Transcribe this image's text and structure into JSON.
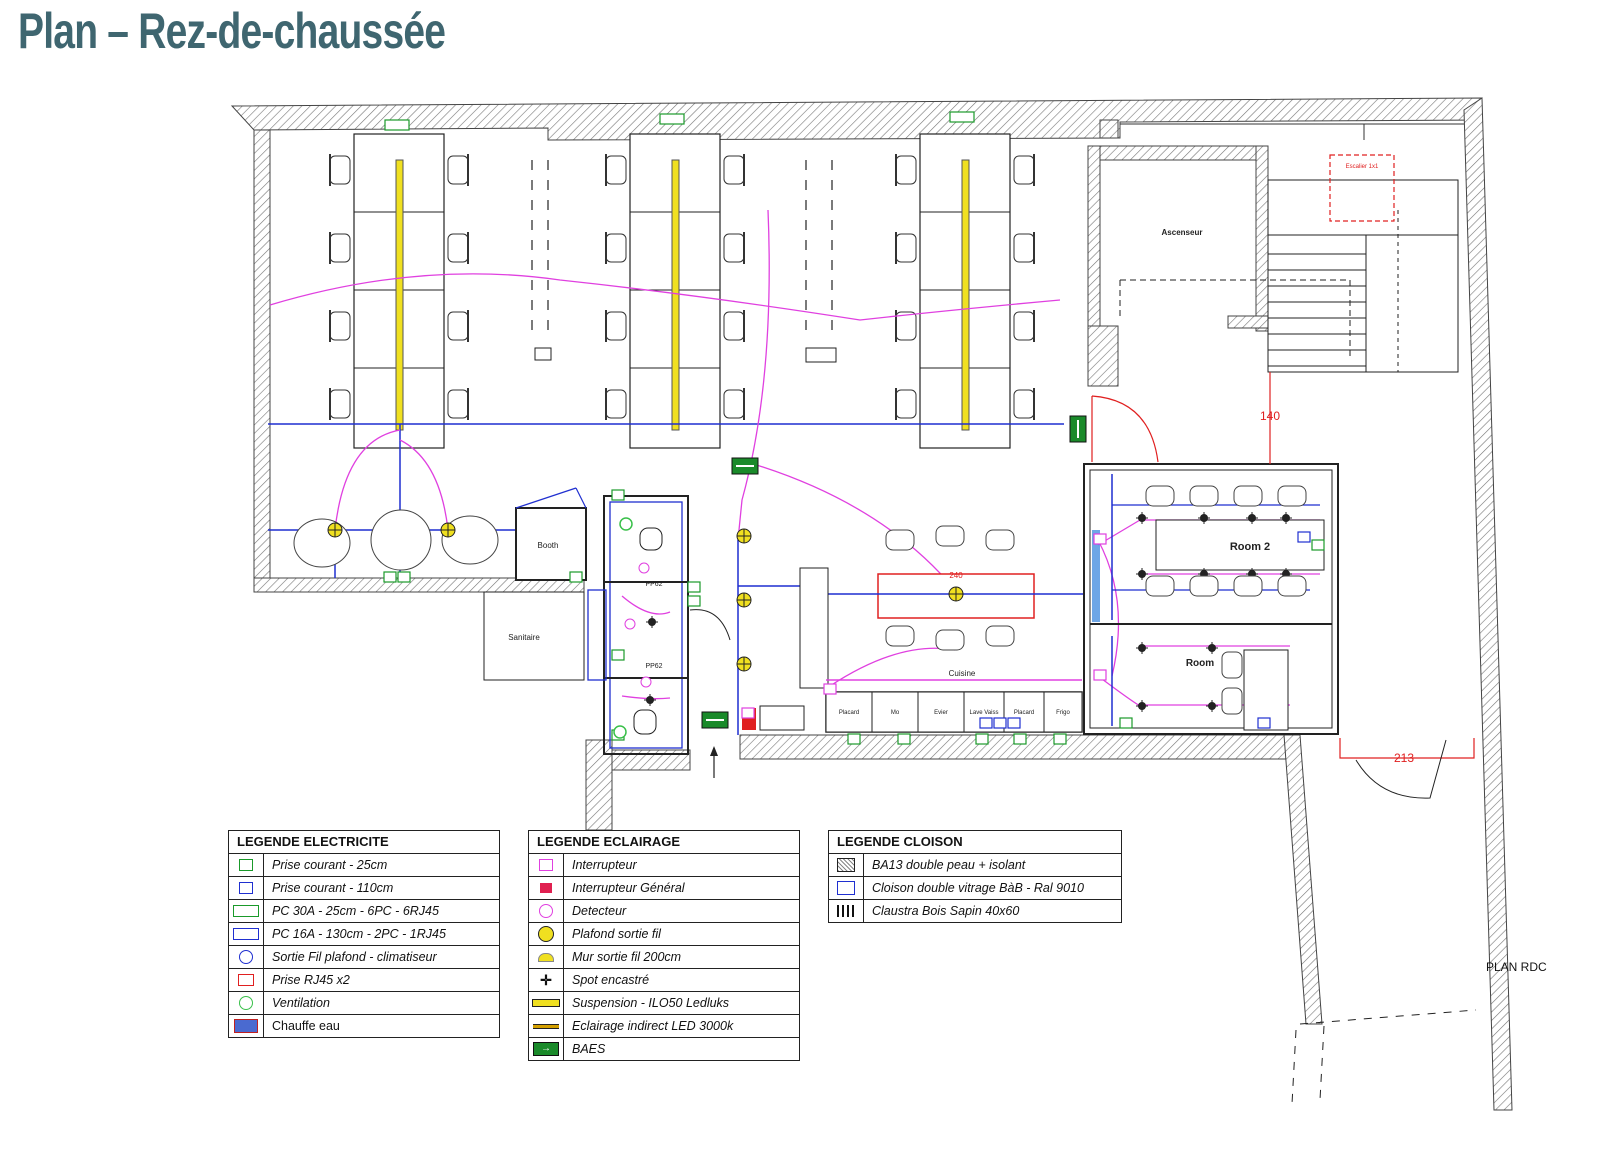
{
  "title": "Plan – Rez-de-chaussée",
  "rooms": {
    "ascenseur": "Ascenseur",
    "room2": "Room 2",
    "room": "Room",
    "booth": "Booth",
    "sanitaire": "Sanitaire",
    "cuisine": "Cuisine",
    "pp62a": "PP62",
    "pp62b": "PP62",
    "escalier": "Escalier 1x1"
  },
  "kitchen_units": [
    "Placard",
    "Mo",
    "Evier",
    "Lave Vaiss",
    "Placard",
    "Frigo"
  ],
  "dimensions": {
    "d140": "140",
    "d213": "213",
    "d240": "240"
  },
  "plan_label": "PLAN RDC",
  "legend_electricite": {
    "title": "LEGENDE ELECTRICITE",
    "items": [
      {
        "label": "Prise courant - 25cm",
        "icon": "outlet-25cm-icon"
      },
      {
        "label": "Prise courant - 110cm",
        "icon": "outlet-110cm-icon"
      },
      {
        "label": "PC 30A - 25cm - 6PC - 6RJ45",
        "icon": "pc30a-icon"
      },
      {
        "label": "PC 16A - 130cm - 2PC - 1RJ45",
        "icon": "pc16a-icon"
      },
      {
        "label": "Sortie Fil plafond - climatiseur",
        "icon": "ceiling-wire-icon"
      },
      {
        "label": "Prise RJ45 x2",
        "icon": "rj45-icon"
      },
      {
        "label": "Ventilation",
        "icon": "ventilation-icon"
      },
      {
        "label": "Chauffe eau",
        "icon": "water-heater-icon"
      }
    ]
  },
  "legend_eclairage": {
    "title": "LEGENDE ECLAIRAGE",
    "items": [
      {
        "label": "Interrupteur",
        "icon": "switch-icon"
      },
      {
        "label": "Interrupteur Général",
        "icon": "main-switch-icon"
      },
      {
        "label": "Detecteur",
        "icon": "detector-icon"
      },
      {
        "label": "Plafond sortie fil",
        "icon": "ceiling-light-icon"
      },
      {
        "label": "Mur sortie fil 200cm",
        "icon": "wall-light-icon"
      },
      {
        "label": "Spot encastré",
        "icon": "spot-icon"
      },
      {
        "label": "Suspension - ILO50 Ledluks",
        "icon": "suspension-icon"
      },
      {
        "label": "Eclairage indirect LED 3000k",
        "icon": "indirect-led-icon"
      },
      {
        "label": "BAES",
        "icon": "baes-icon"
      }
    ]
  },
  "legend_cloison": {
    "title": "LEGENDE CLOISON",
    "items": [
      {
        "label": "BA13 double peau + isolant",
        "icon": "ba13-icon"
      },
      {
        "label": "Cloison double vitrage BàB - Ral 9010",
        "icon": "glass-partition-icon"
      },
      {
        "label": "Claustra Bois Sapin 40x60",
        "icon": "claustra-icon"
      }
    ]
  },
  "colors": {
    "title": "#3f6670",
    "wall_hatch": "#777777",
    "electric_blue": "#1f2fd0",
    "green": "#1a9a2a",
    "magenta": "#e040e0",
    "red": "#e02020",
    "yellow": "#f0e020"
  }
}
